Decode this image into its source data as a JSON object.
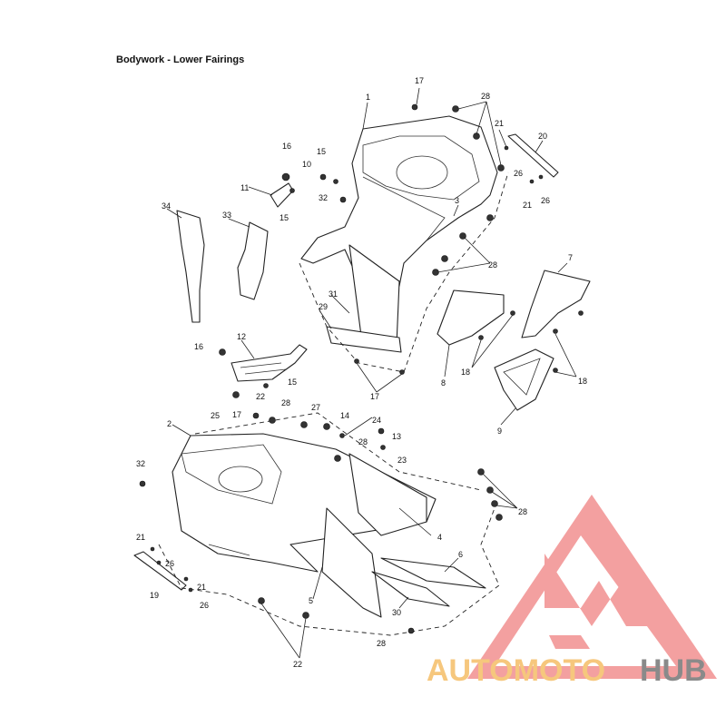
{
  "title": "Bodywork - Lower Fairings",
  "callouts": {
    "c1": "1",
    "c2": "2",
    "c3": "3",
    "c4": "4",
    "c5": "5",
    "c6": "6",
    "c7": "7",
    "c8": "8",
    "c9": "9",
    "c10": "10",
    "c11": "11",
    "c12": "12",
    "c13": "13",
    "c14": "14",
    "c15a": "15",
    "c15b": "15",
    "c15c": "15",
    "c16a": "16",
    "c16b": "16",
    "c17a": "17",
    "c17b": "17",
    "c17c": "17",
    "c18a": "18",
    "c18b": "18",
    "c19": "19",
    "c20": "20",
    "c21a": "21",
    "c21b": "21",
    "c21c": "21",
    "c21d": "21",
    "c22a": "22",
    "c22b": "22",
    "c23": "23",
    "c24": "24",
    "c25": "25",
    "c26a": "26",
    "c26b": "26",
    "c26c": "26",
    "c26d": "26",
    "c27": "27",
    "c28a": "28",
    "c28b": "28",
    "c28c": "28",
    "c28d": "28",
    "c28e": "28",
    "c28f": "28",
    "c29": "29",
    "c30": "30",
    "c31": "31",
    "c32a": "32",
    "c32b": "32",
    "c33": "33",
    "c34": "34"
  },
  "watermark": {
    "part1": "AUTOMOTO",
    "part2": "HUB",
    "color_main": "#f3a0a0",
    "color_auto": "#f6c77d",
    "color_hub": "#8a8a8a"
  }
}
